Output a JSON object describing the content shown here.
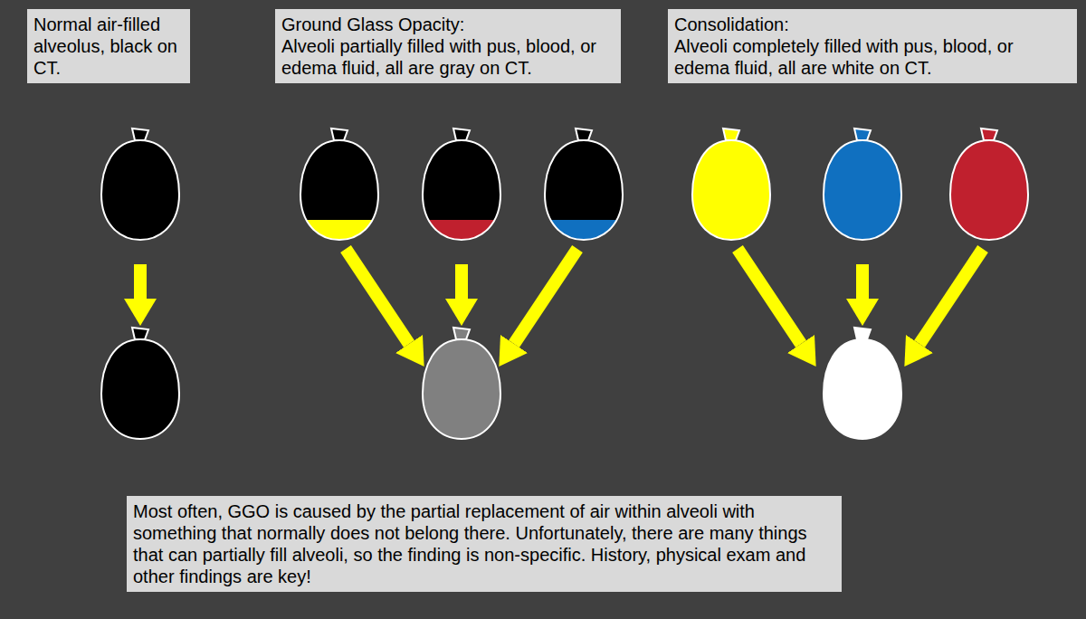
{
  "diagram": {
    "nodes": [
      {
        "text": [
          "Normal air-filled alveolus, black on CT."
        ]
      },
      {
        "text": [
          "Ground Glass Opacity:",
          "Alveoli partially filled with pus, blood, or edema fluid, all are gray on CT."
        ]
      },
      {
        "text": [
          "Consolidation:",
          "Alveoli completely filled with pus, blood, or edema fluid, all are white on CT."
        ]
      },
      {
        "text": [
          "Most often, GGO is caused by the partial replacement of air within alveoli with something that normally does not belong there. Unfortunately, there are many things that can partially fill alveoli, so the finding is non-specific. History, physical exam and other findings are key!"
        ]
      }
    ]
  }
}
